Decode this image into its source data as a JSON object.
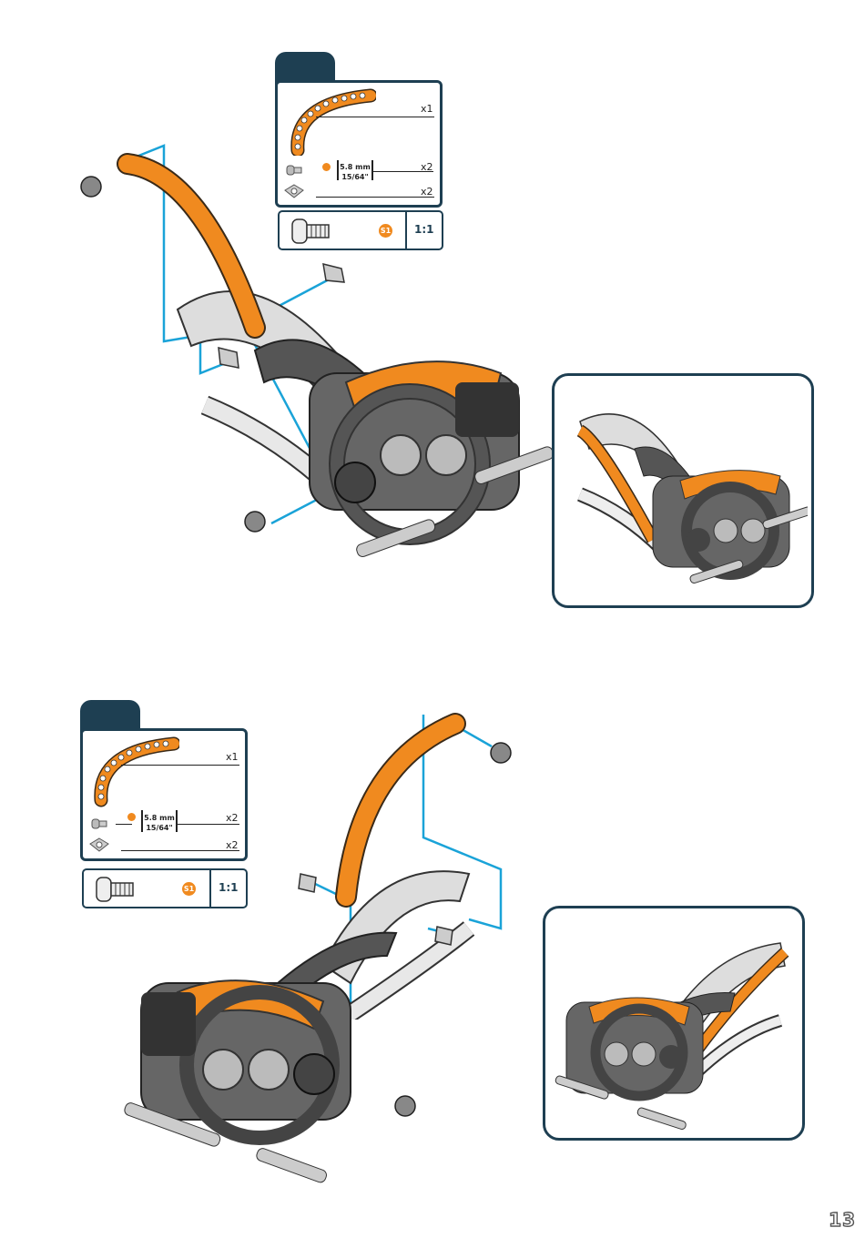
{
  "page": {
    "number": "13"
  },
  "steps": [
    {
      "parts": [
        {
          "name": "curved-strip",
          "qty": "x1"
        },
        {
          "name": "screw",
          "qty": "x2",
          "length_mm": "5.8 mm",
          "length_in": "15/64\""
        },
        {
          "name": "nut",
          "qty": "x2"
        }
      ],
      "tool": {
        "badge": "S1",
        "scale": "1:1"
      }
    },
    {
      "parts": [
        {
          "name": "curved-strip",
          "qty": "x1"
        },
        {
          "name": "screw",
          "qty": "x2",
          "length_mm": "5.8 mm",
          "length_in": "15/64\""
        },
        {
          "name": "nut",
          "qty": "x2"
        }
      ],
      "tool": {
        "badge": "S1",
        "scale": "1:1"
      }
    }
  ],
  "colors": {
    "brand_dark": "#1e3f52",
    "orange": "#f08a1f",
    "guide": "#1aa3d8"
  }
}
